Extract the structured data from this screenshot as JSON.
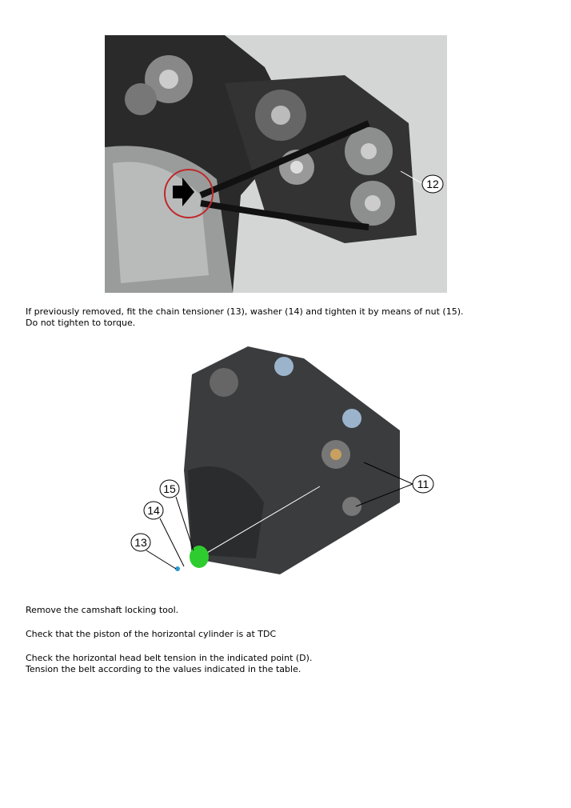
{
  "figure1": {
    "callouts": [
      "12"
    ]
  },
  "paragraph1": {
    "line1": "If previously removed, fit the chain tensioner (13), washer (14) and tighten it by means of nut (15).",
    "line2": "Do not tighten to torque."
  },
  "figure2": {
    "callouts": [
      "15",
      "14",
      "13",
      "11"
    ]
  },
  "step1": "Remove the camshaft locking tool.",
  "step2": "Check that the piston of the horizontal cylinder is at TDC",
  "step3": {
    "line1": "Check the horizontal head belt tension in the indicated point (D).",
    "line2": "Tension the belt according to the values indicated in the table."
  }
}
